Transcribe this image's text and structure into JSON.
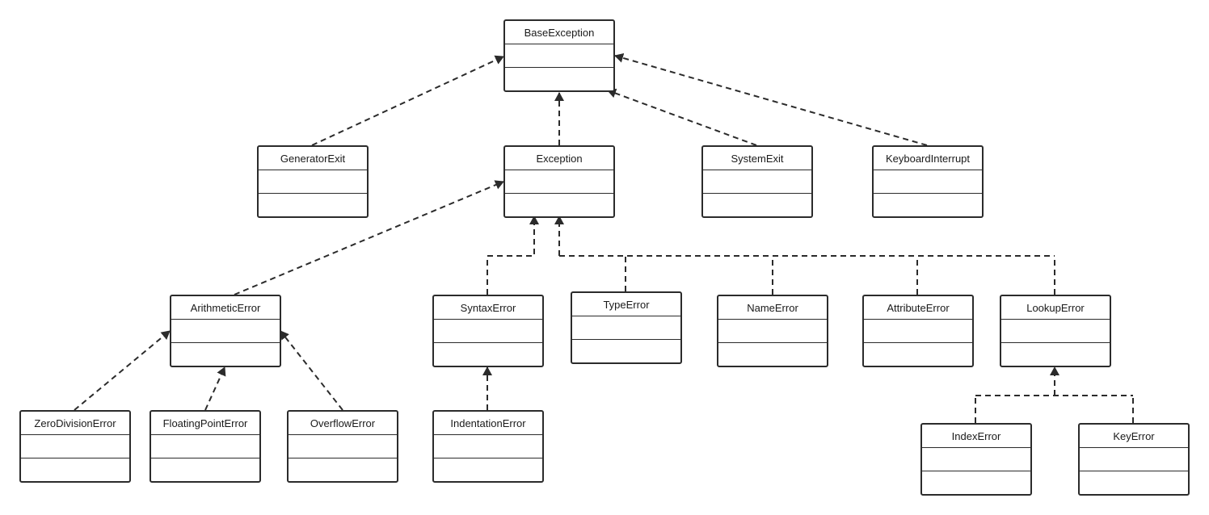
{
  "classes": {
    "base_exception": "BaseException",
    "generator_exit": "GeneratorExit",
    "exception": "Exception",
    "system_exit": "SystemExit",
    "keyboard_interrupt": "KeyboardInterrupt",
    "arithmetic_error": "ArithmeticError",
    "syntax_error": "SyntaxError",
    "type_error": "TypeError",
    "name_error": "NameError",
    "attribute_error": "AttributeError",
    "lookup_error": "LookupError",
    "zero_division_error": "ZeroDivisionError",
    "floating_point_error": "FloatingPointError",
    "overflow_error": "OverflowError",
    "indentation_error": "IndentationError",
    "index_error": "IndexError",
    "key_error": "KeyError"
  },
  "relations": [
    {
      "child": "GeneratorExit",
      "parent": "BaseException"
    },
    {
      "child": "Exception",
      "parent": "BaseException"
    },
    {
      "child": "SystemExit",
      "parent": "BaseException"
    },
    {
      "child": "KeyboardInterrupt",
      "parent": "BaseException"
    },
    {
      "child": "ArithmeticError",
      "parent": "Exception"
    },
    {
      "child": "SyntaxError",
      "parent": "Exception"
    },
    {
      "child": "TypeError",
      "parent": "Exception"
    },
    {
      "child": "NameError",
      "parent": "Exception"
    },
    {
      "child": "AttributeError",
      "parent": "Exception"
    },
    {
      "child": "LookupError",
      "parent": "Exception"
    },
    {
      "child": "ZeroDivisionError",
      "parent": "ArithmeticError"
    },
    {
      "child": "FloatingPointError",
      "parent": "ArithmeticError"
    },
    {
      "child": "OverflowError",
      "parent": "ArithmeticError"
    },
    {
      "child": "IndentationError",
      "parent": "SyntaxError"
    },
    {
      "child": "IndexError",
      "parent": "LookupError"
    },
    {
      "child": "KeyError",
      "parent": "LookupError"
    }
  ],
  "style": {
    "line_color": "#2b2b2b",
    "background": "#ffffff"
  }
}
